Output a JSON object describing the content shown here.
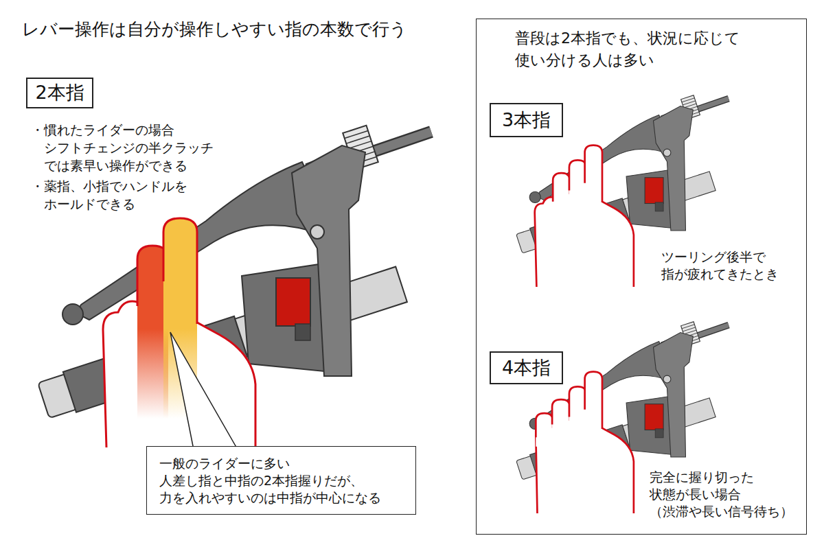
{
  "diagram": {
    "title": "レバー操作は自分が操作しやすい指の本数で行う",
    "nodes": [
      {
        "text": [
          "2本指"
        ]
      },
      {
        "text": [
          "一般のライダーに多い 人差し指と中指の2本指握りだが、 力を入れやすいのは中指が中心になる"
        ]
      },
      {
        "text": [
          "普段は2本指でも、状況に応じて 使い分ける人は多い"
        ]
      },
      {
        "text": [
          "3本指"
        ],
        "in": 2
      },
      {
        "text": [
          "4本指"
        ],
        "in": 2
      }
    ],
    "labels": [
      "・慣れたライダーの場合 シフトチェンジの半クラッチ では素早い操作ができる",
      "・薬指、小指でハンドルを ホールドできる",
      "ツーリング後半で 指が疲れてきたとき",
      "完全に握り切った 状態が長い場合 （渋滞や長い信号待ち）"
    ]
  }
}
